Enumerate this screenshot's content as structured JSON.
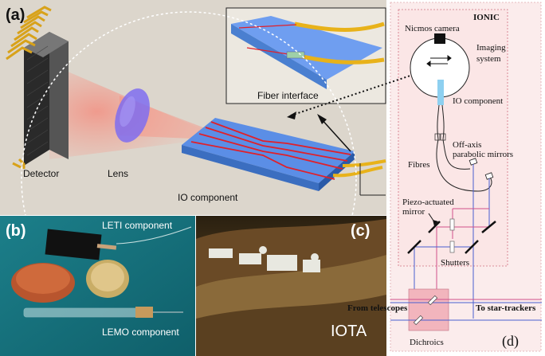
{
  "panel_a": {
    "label": "(a)",
    "detector": "Detector",
    "lens": "Lens",
    "io_component": "IO component",
    "fiber_interface": "Fiber interface"
  },
  "panel_b": {
    "label": "(b)",
    "leti": "LETI component",
    "lemo": "LEMO component"
  },
  "panel_c": {
    "label": "(c)",
    "iota": "IOTA"
  },
  "panel_d": {
    "label": "(d)",
    "ionic": "IONIC",
    "camera": "Nicmos camera",
    "imaging_line1": "Imaging",
    "imaging_line2": "system",
    "io_component": "IO component",
    "fibres": "Fibres",
    "offaxis_line1": "Off-axis",
    "offaxis_line2": "parabolic mirrors",
    "piezo_line1": "Piezo-actuated",
    "piezo_line2": "mirror",
    "shutters": "Shutters",
    "from_telescopes": "From telescopes",
    "to_star_trackers": "To star-trackers",
    "dichroics": "Dichroics"
  },
  "colors": {
    "panel_a_bg": "#dcd6cc",
    "panel_b_bg": "#1f8a93",
    "panel_d_bg": "#fbecec",
    "waveguide": "#e0202a",
    "chip_blue": "#5b8ee6",
    "fiber_yellow": "#e8b21a",
    "dichroic_box": "#f2b5bd"
  }
}
